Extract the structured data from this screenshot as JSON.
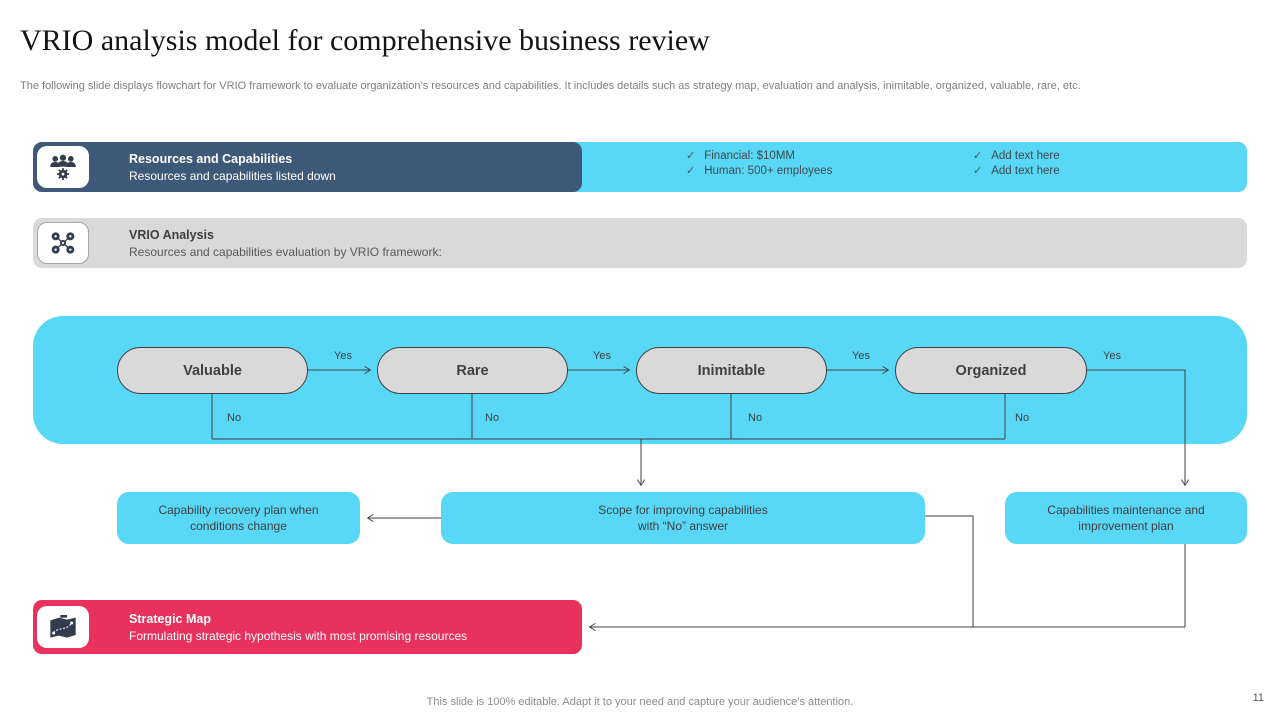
{
  "theme": {
    "cyan": "#58d7f6",
    "navy": "#3e5878",
    "pink": "#e8315c",
    "gray": "#d9d9d9",
    "line": "#404040",
    "text": "#404040"
  },
  "header": {
    "title": "VRIO analysis model for comprehensive business review",
    "subtitle": "The following slide displays flowchart for VRIO framework to evaluate organization’s resources and capabilities. It includes details such as strategy map, evaluation and analysis, inimitable, organized, valuable, rare, etc."
  },
  "cards": {
    "resources": {
      "title": "Resources and Capabilities",
      "subtitle": "Resources and capabilities listed down",
      "icon": "team-gear-icon",
      "checkmark": "✓",
      "items": [
        "Financial: $10MM",
        "Human: 500+ employees",
        "Add text here",
        "Add text here"
      ]
    },
    "vrio": {
      "title": "VRIO Analysis",
      "subtitle": "Resources and capabilities evaluation by VRIO framework:",
      "icon": "network-nodes-icon"
    },
    "strategic": {
      "title": "Strategic Map",
      "subtitle": "Formulating strategic hypothesis with most promising resources",
      "icon": "strategy-map-icon"
    }
  },
  "flow": {
    "pills": [
      "Valuable",
      "Rare",
      "Inimitable",
      "Organized"
    ],
    "yes_label": "Yes",
    "no_label": "No",
    "outcomes": {
      "recovery": "Capability recovery plan when conditions change",
      "scope": "Scope for improving capabilities with “No” answer",
      "maintenance": "Capabilities maintenance and improvement plan"
    }
  },
  "footer": {
    "note": "This slide is 100% editable. Adapt it to your need and capture your audience’s attention.",
    "page_number": "11"
  }
}
